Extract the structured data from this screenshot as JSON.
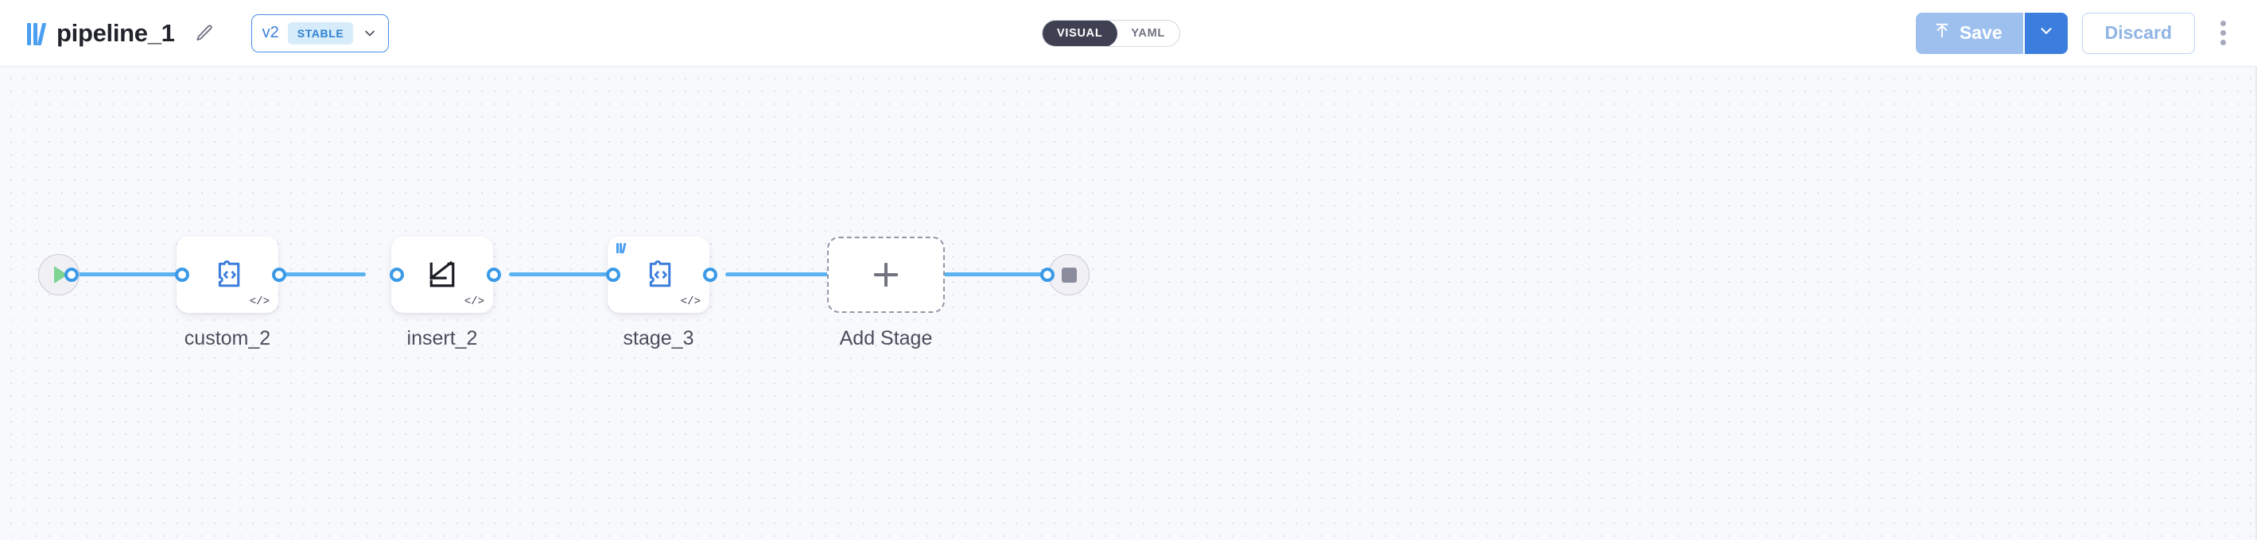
{
  "header": {
    "logo_icon": "pipeline-bars-logo",
    "title": "pipeline_1",
    "edit_icon": "pencil-icon",
    "version": {
      "label": "v2",
      "badge": "STABLE",
      "chevron_icon": "chevron-down-icon"
    },
    "view_toggle": {
      "options": [
        {
          "label": "VISUAL",
          "active": true
        },
        {
          "label": "YAML",
          "active": false
        }
      ]
    },
    "actions": {
      "save_label": "Save",
      "save_icon": "upload-arrow-icon",
      "save_caret_icon": "chevron-down-icon",
      "discard_label": "Discard",
      "more_icon": "kebab-menu-icon"
    },
    "colors": {
      "accent_blue": "#3b7edd",
      "save_disabled_blue": "#9dc0ef",
      "badge_blue": "#d6ecfb",
      "toggle_active": "#3f4152",
      "wire_blue": "#5cb3f0",
      "play_green": "#7ed492"
    }
  },
  "canvas": {
    "start_node": {
      "name": "start-node",
      "icon": "play-icon"
    },
    "end_node": {
      "name": "end-node",
      "icon": "stop-icon"
    },
    "stages": [
      {
        "label": "custom_2",
        "icon": "puzzle-code-icon",
        "corner_badge": "code-badge",
        "has_logo_badge": false
      },
      {
        "label": "insert_2",
        "icon": "insert-arrow-icon",
        "corner_badge": "code-badge",
        "has_logo_badge": false
      },
      {
        "label": "stage_3",
        "icon": "puzzle-code-icon",
        "corner_badge": "code-badge",
        "has_logo_badge": true
      }
    ],
    "add_stage": {
      "label": "Add Stage",
      "icon": "plus-icon"
    },
    "code_badge_text": "</>"
  }
}
